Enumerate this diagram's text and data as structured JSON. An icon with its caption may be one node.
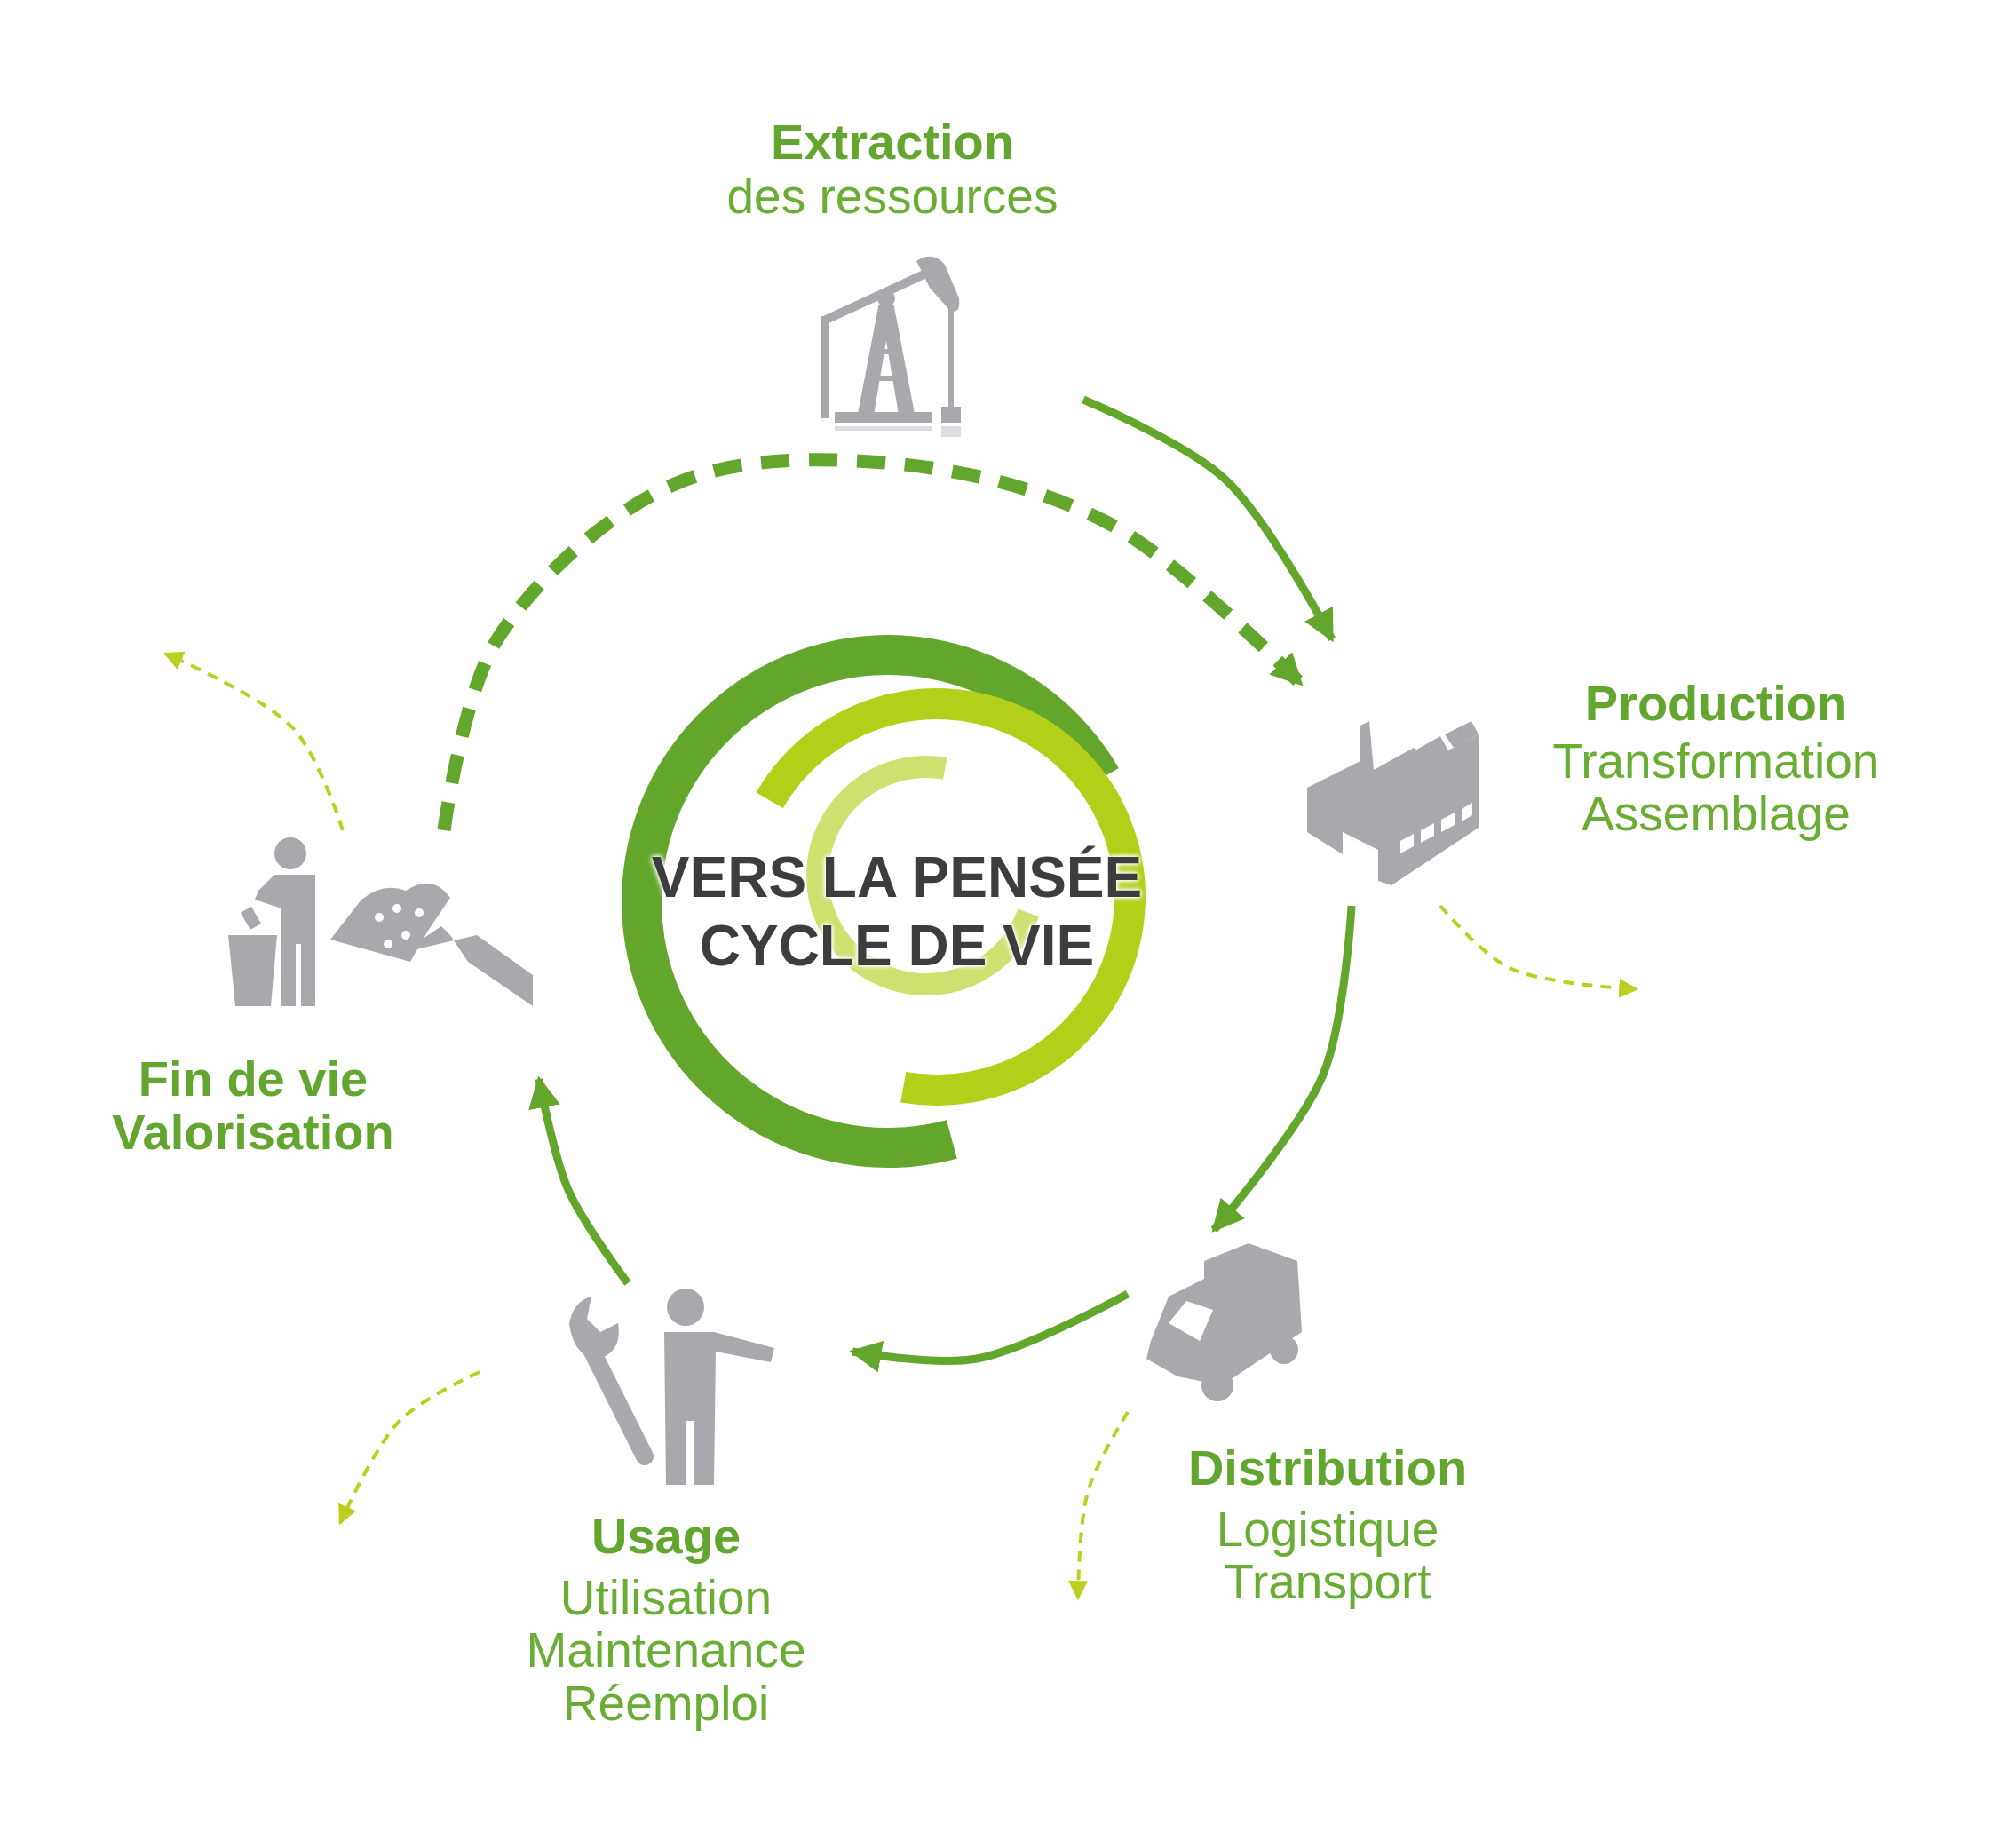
{
  "diagram": {
    "title": "VERS LA PENSÉE CYCLE DE VIE",
    "nodes": [
      {
        "text": [
          "Extraction",
          "des ressources"
        ]
      },
      {
        "text": [
          "Production",
          "Transformation Assemblage"
        ]
      },
      {
        "text": [
          "Distribution",
          "Logistique Transport"
        ]
      },
      {
        "text": [
          "Usage",
          "Utilisation Maintenance Réemploi"
        ]
      },
      {
        "text": [
          "Fin de vie Valorisation"
        ]
      }
    ],
    "edges": [
      {
        "from": 0,
        "to": 1,
        "arrow": "to"
      },
      {
        "from": 1,
        "to": 2,
        "arrow": "to"
      },
      {
        "from": 2,
        "to": 3,
        "arrow": "to"
      },
      {
        "from": 3,
        "to": 4,
        "arrow": "to"
      },
      {
        "from": 4,
        "to": 1,
        "arrow": "to",
        "style": "dashed"
      },
      {
        "from": 4,
        "to": null,
        "arrow": "to",
        "style": "dashed",
        "color": "#bccf1f"
      },
      {
        "from": 1,
        "to": null,
        "arrow": "to",
        "style": "dashed",
        "color": "#bccf1f"
      },
      {
        "from": 2,
        "to": null,
        "arrow": "to",
        "style": "dashed",
        "color": "#bccf1f"
      },
      {
        "from": 3,
        "to": null,
        "arrow": "to",
        "style": "dashed",
        "color": "#bccf1f"
      }
    ]
  }
}
